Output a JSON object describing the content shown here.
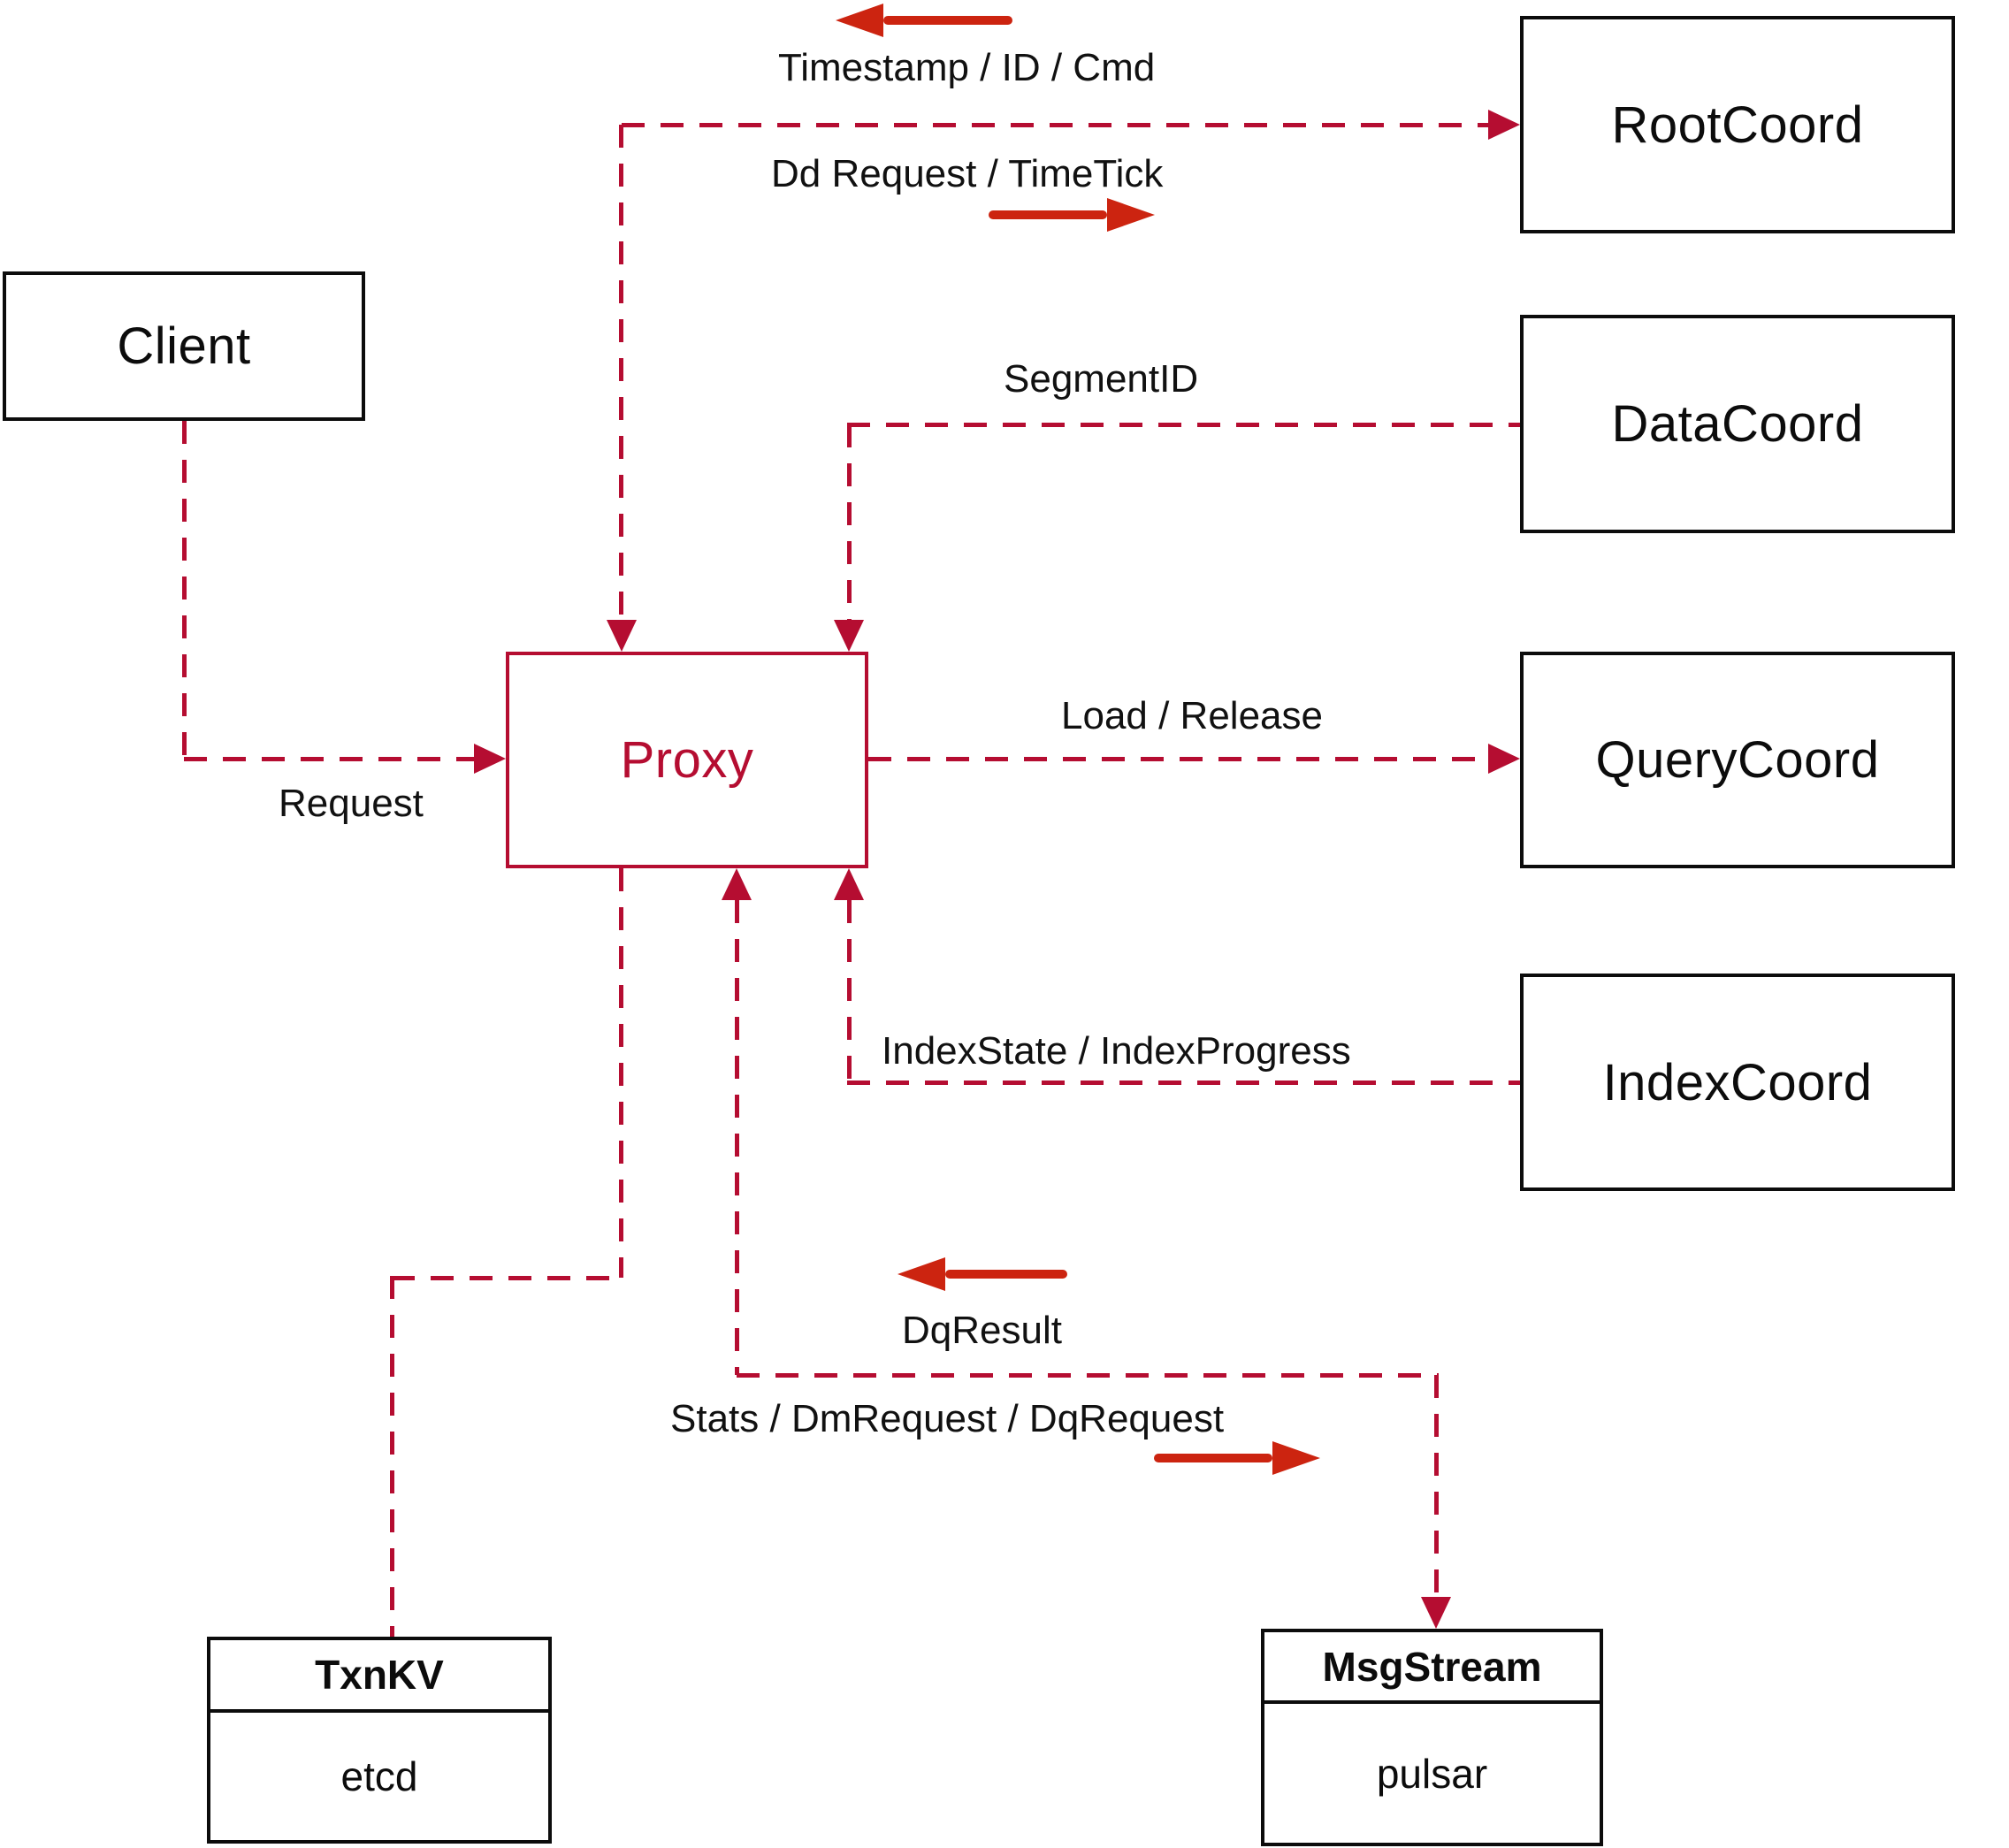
{
  "diagram": {
    "nodes": {
      "client": {
        "label": "Client"
      },
      "proxy": {
        "label": "Proxy"
      },
      "root_coord": {
        "label": "RootCoord"
      },
      "data_coord": {
        "label": "DataCoord"
      },
      "query_coord": {
        "label": "QueryCoord"
      },
      "index_coord": {
        "label": "IndexCoord"
      },
      "txn_kv": {
        "title": "TxnKV",
        "subtitle": "etcd"
      },
      "msg_stream": {
        "title": "MsgStream",
        "subtitle": "pulsar"
      }
    },
    "edge_labels": {
      "timestamp_id_cmd": "Timestamp / ID / Cmd",
      "dd_request_timetick": "Dd Request / TimeTick",
      "segment_id": "SegmentID",
      "request": "Request",
      "load_release": "Load / Release",
      "index_state": "IndexState / IndexProgress",
      "dq_result": "DqResult",
      "stats_dm_dq": "Stats / DmRequest / DqRequest"
    },
    "icons": {
      "arrow-left": "solid left-pointing arrow (css triangle + shaft)",
      "arrow-right": "solid right-pointing arrow (css triangle + shaft)",
      "arrowhead": "dashed-edge terminal triangle (css border shape)"
    },
    "colors": {
      "dash": "#b50d31",
      "arrow": "#cc2410",
      "proxy": "#b50d31",
      "node_border": "#0c0c0c"
    }
  }
}
